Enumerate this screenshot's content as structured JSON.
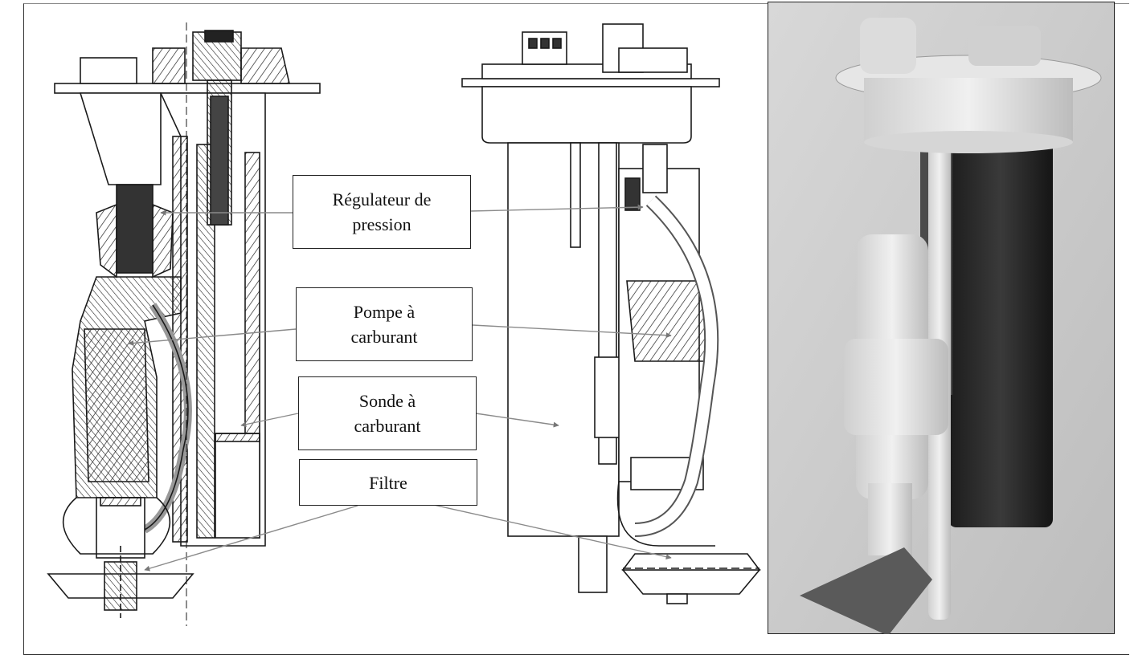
{
  "labels": {
    "regulateur": {
      "line1": "Régulateur de",
      "line2": "pression"
    },
    "pompe": {
      "line1": "Pompe à",
      "line2": "carburant"
    },
    "sonde": {
      "line1": "Sonde à",
      "line2": "carburant"
    },
    "filtre": {
      "line1": "Filtre"
    }
  },
  "colors": {
    "ink": "#1a1a1a",
    "arrow": "#8a8a8a",
    "photo_bg": "#cfcfcf"
  }
}
